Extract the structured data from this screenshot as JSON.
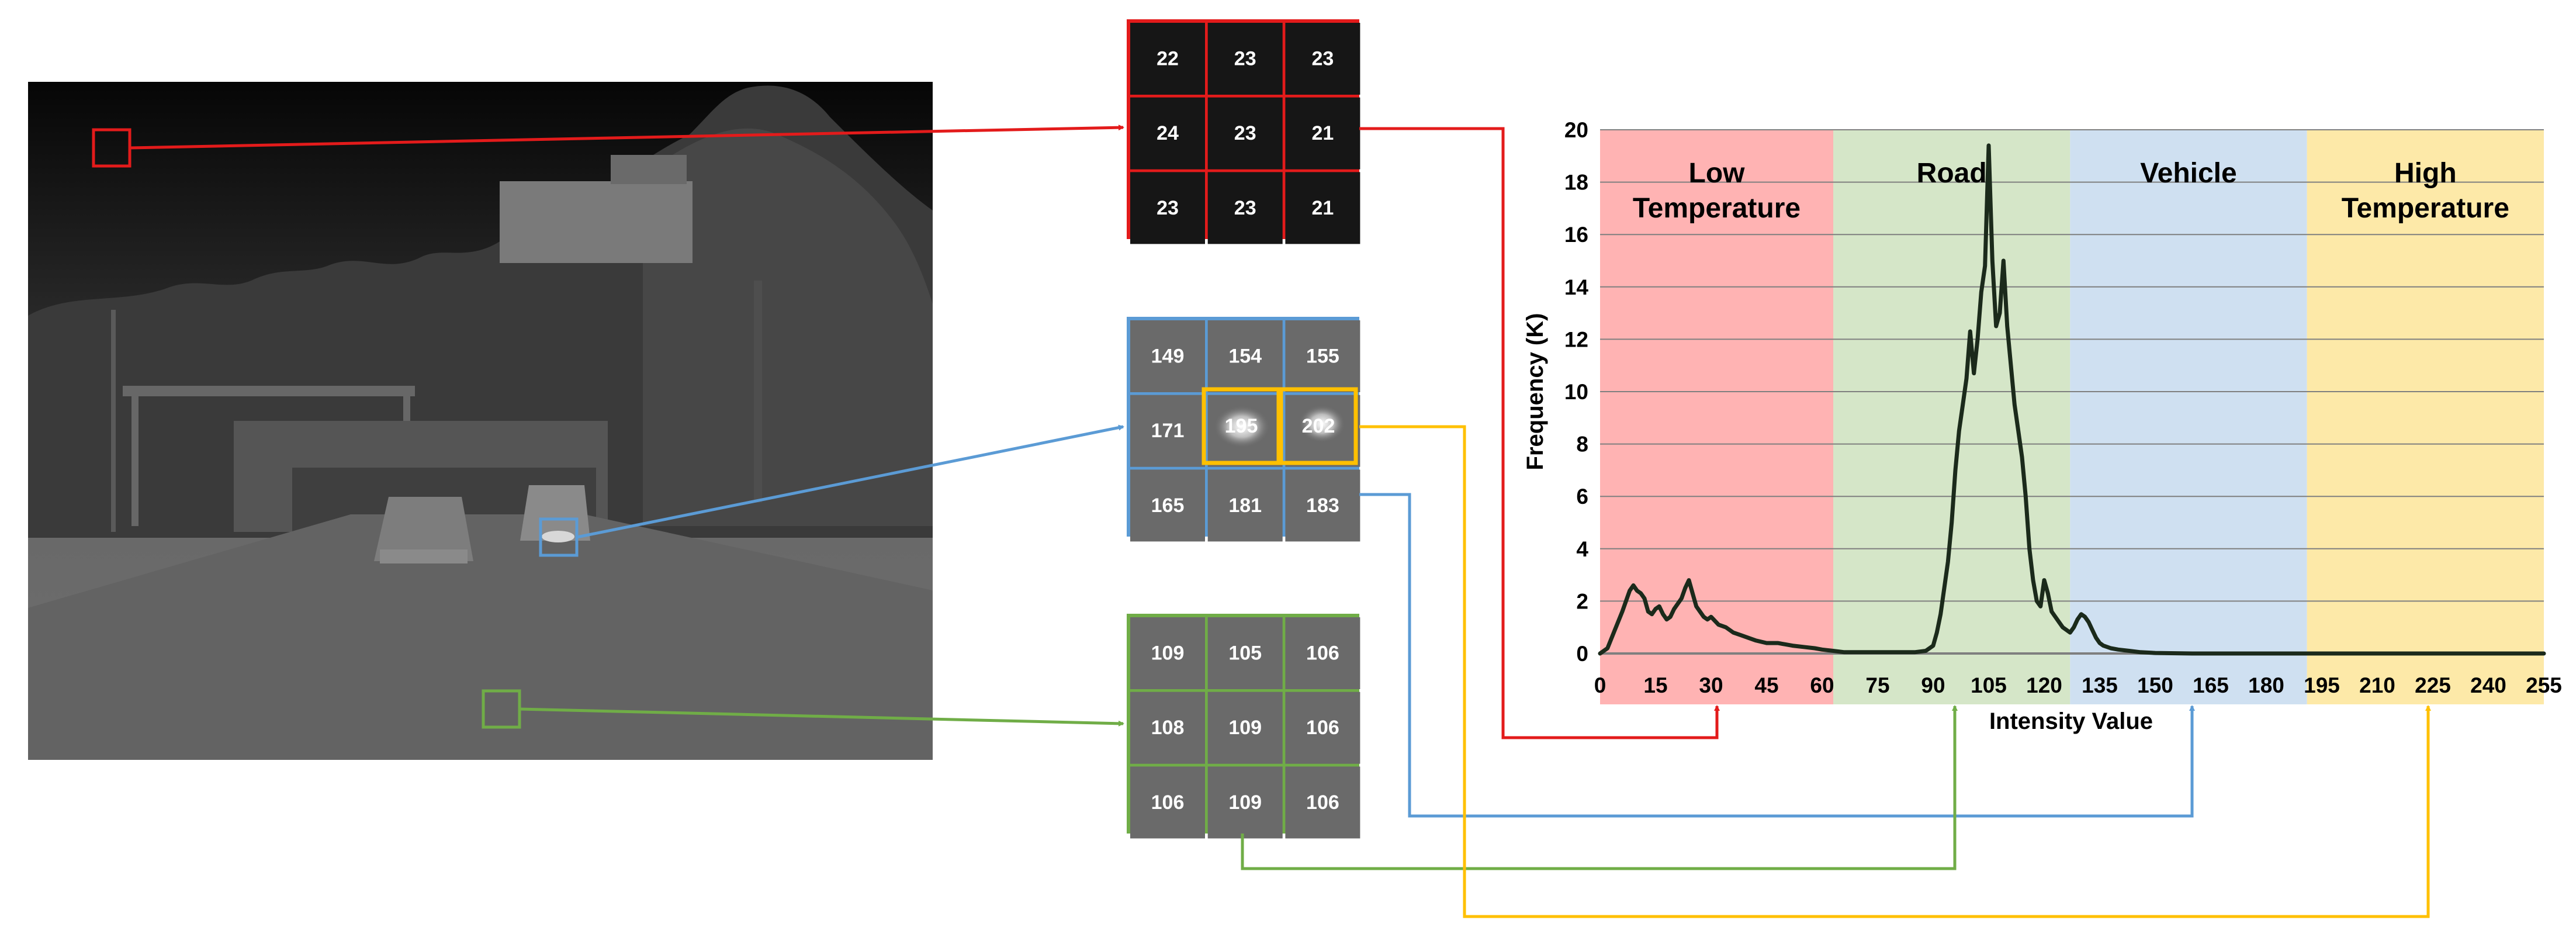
{
  "colors": {
    "red": "#e31b1b",
    "blue": "#5b9bd5",
    "green": "#70ad47",
    "yellow": "#ffc000",
    "band_red": "#ffb3b3",
    "band_green": "#d5e6c8",
    "band_blue": "#cfe0f1",
    "band_yellow": "#fde9a8",
    "curve": "#1b2a1b"
  },
  "grids": {
    "red": [
      "22",
      "23",
      "23",
      "24",
      "23",
      "21",
      "23",
      "23",
      "21"
    ],
    "blue": [
      "149",
      "154",
      "155",
      "171",
      "195",
      "202",
      "165",
      "181",
      "183"
    ],
    "green": [
      "109",
      "105",
      "106",
      "108",
      "109",
      "106",
      "106",
      "109",
      "106"
    ]
  },
  "chart_data": {
    "type": "line",
    "xlabel": "Intensity Value",
    "ylabel": "Frequency (K)",
    "xlim": [
      0,
      255
    ],
    "ylim": [
      0,
      20
    ],
    "xticks": [
      "0",
      "15",
      "30",
      "45",
      "60",
      "75",
      "90",
      "105",
      "120",
      "135",
      "150",
      "165",
      "180",
      "195",
      "210",
      "225",
      "240",
      "255"
    ],
    "yticks": [
      "0",
      "2",
      "4",
      "6",
      "8",
      "10",
      "12",
      "14",
      "16",
      "18",
      "20"
    ],
    "grid": true,
    "regions": [
      {
        "label_lines": [
          "Low",
          "Temperature"
        ],
        "x_range": [
          0,
          63
        ]
      },
      {
        "label_lines": [
          "Road"
        ],
        "x_range": [
          63,
          127
        ]
      },
      {
        "label_lines": [
          "Vehicle"
        ],
        "x_range": [
          127,
          191
        ]
      },
      {
        "label_lines": [
          "High",
          "Temperature"
        ],
        "x_range": [
          191,
          255
        ]
      }
    ],
    "series": [
      {
        "x": [
          0,
          2,
          4,
          6,
          8,
          9,
          10,
          11,
          12,
          13,
          14,
          15,
          16,
          17,
          18,
          19,
          20,
          21,
          22,
          23,
          24,
          25,
          26,
          27,
          28,
          29,
          30,
          32,
          34,
          36,
          38,
          40,
          42,
          45,
          48,
          50,
          52,
          55,
          58,
          60,
          63,
          66,
          70,
          75,
          80,
          85,
          88,
          90,
          91,
          92,
          93,
          94,
          95,
          96,
          97,
          98,
          99,
          100,
          101,
          102,
          103,
          104,
          105,
          106,
          107,
          108,
          109,
          110,
          111,
          112,
          113,
          114,
          115,
          116,
          117,
          118,
          119,
          120,
          121,
          122,
          123,
          124,
          125,
          126,
          127,
          128,
          129,
          130,
          131,
          132,
          133,
          134,
          135,
          136,
          138,
          140,
          143,
          146,
          150,
          160,
          180,
          200,
          220,
          240,
          255
        ],
        "y": [
          0,
          0.2,
          0.9,
          1.6,
          2.4,
          2.6,
          2.4,
          2.3,
          2.1,
          1.6,
          1.5,
          1.7,
          1.8,
          1.5,
          1.3,
          1.4,
          1.7,
          1.9,
          2.1,
          2.5,
          2.8,
          2.3,
          1.8,
          1.6,
          1.4,
          1.3,
          1.4,
          1.1,
          1.0,
          0.8,
          0.7,
          0.6,
          0.5,
          0.4,
          0.4,
          0.35,
          0.3,
          0.25,
          0.2,
          0.15,
          0.1,
          0.05,
          0.05,
          0.05,
          0.05,
          0.05,
          0.1,
          0.3,
          0.8,
          1.5,
          2.5,
          3.5,
          5.0,
          7.0,
          8.5,
          9.5,
          10.5,
          12.3,
          10.7,
          12.0,
          13.8,
          14.8,
          19.4,
          15.0,
          12.5,
          13.0,
          15.0,
          12.5,
          11.0,
          9.5,
          8.5,
          7.5,
          6.0,
          4.0,
          2.8,
          2.0,
          1.8,
          2.8,
          2.3,
          1.6,
          1.4,
          1.2,
          1.0,
          0.9,
          0.8,
          1.0,
          1.3,
          1.5,
          1.4,
          1.2,
          0.9,
          0.6,
          0.4,
          0.3,
          0.2,
          0.15,
          0.1,
          0.05,
          0.02,
          0,
          0,
          0,
          0,
          0,
          0
        ]
      }
    ]
  }
}
